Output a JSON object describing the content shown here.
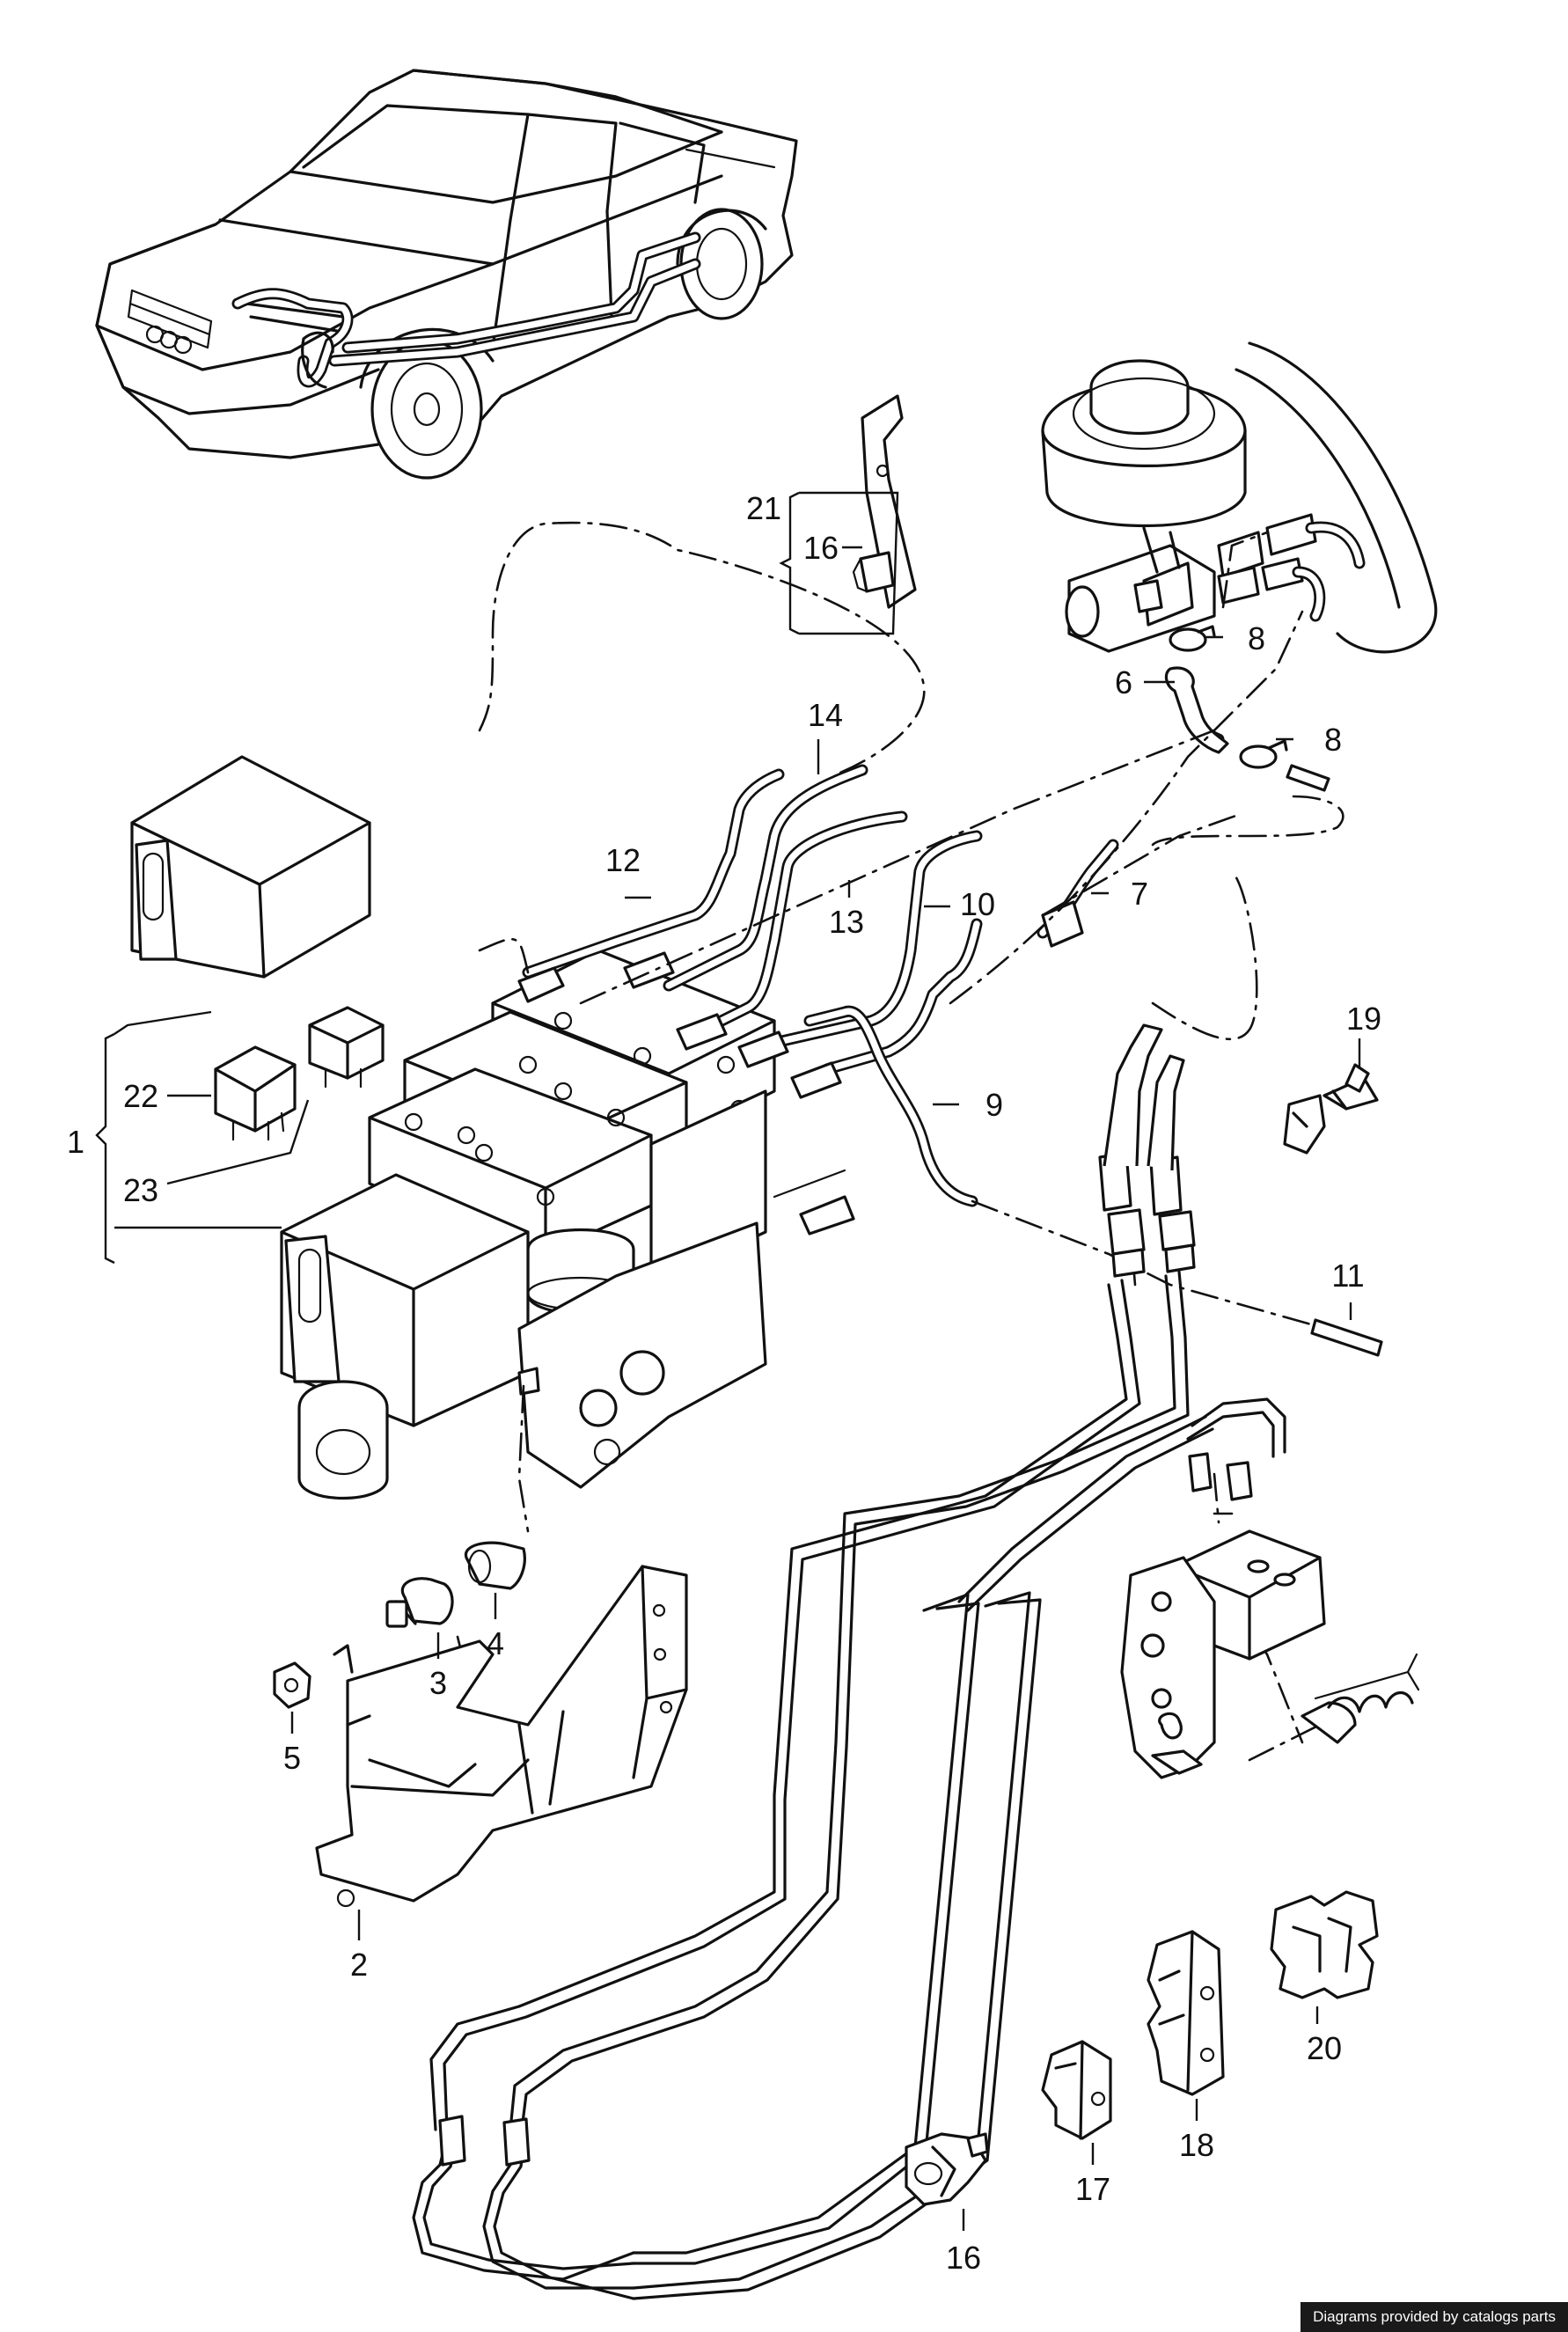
{
  "diagram": {
    "callouts": [
      {
        "id": "c1",
        "text": "1"
      },
      {
        "id": "c2",
        "text": "2"
      },
      {
        "id": "c3",
        "text": "3"
      },
      {
        "id": "c4",
        "text": "4"
      },
      {
        "id": "c5",
        "text": "5"
      },
      {
        "id": "c6",
        "text": "6"
      },
      {
        "id": "c7",
        "text": "7"
      },
      {
        "id": "c8a",
        "text": "8"
      },
      {
        "id": "c8b",
        "text": "8"
      },
      {
        "id": "c9",
        "text": "9"
      },
      {
        "id": "c10",
        "text": "10"
      },
      {
        "id": "c11",
        "text": "11"
      },
      {
        "id": "c12",
        "text": "12"
      },
      {
        "id": "c13",
        "text": "13"
      },
      {
        "id": "c14",
        "text": "14"
      },
      {
        "id": "c16a",
        "text": "16"
      },
      {
        "id": "c16b",
        "text": "16"
      },
      {
        "id": "c17",
        "text": "17"
      },
      {
        "id": "c18",
        "text": "18"
      },
      {
        "id": "c19",
        "text": "19"
      },
      {
        "id": "c20",
        "text": "20"
      },
      {
        "id": "c21",
        "text": "21"
      },
      {
        "id": "c22",
        "text": "22"
      },
      {
        "id": "c23",
        "text": "23"
      }
    ]
  },
  "footer": {
    "credit": "Diagrams provided by catalogs parts"
  },
  "colors": {
    "ink": "#111111",
    "paper": "#ffffff",
    "footer_bg": "#1a1a1a",
    "footer_text": "#ffffff"
  }
}
